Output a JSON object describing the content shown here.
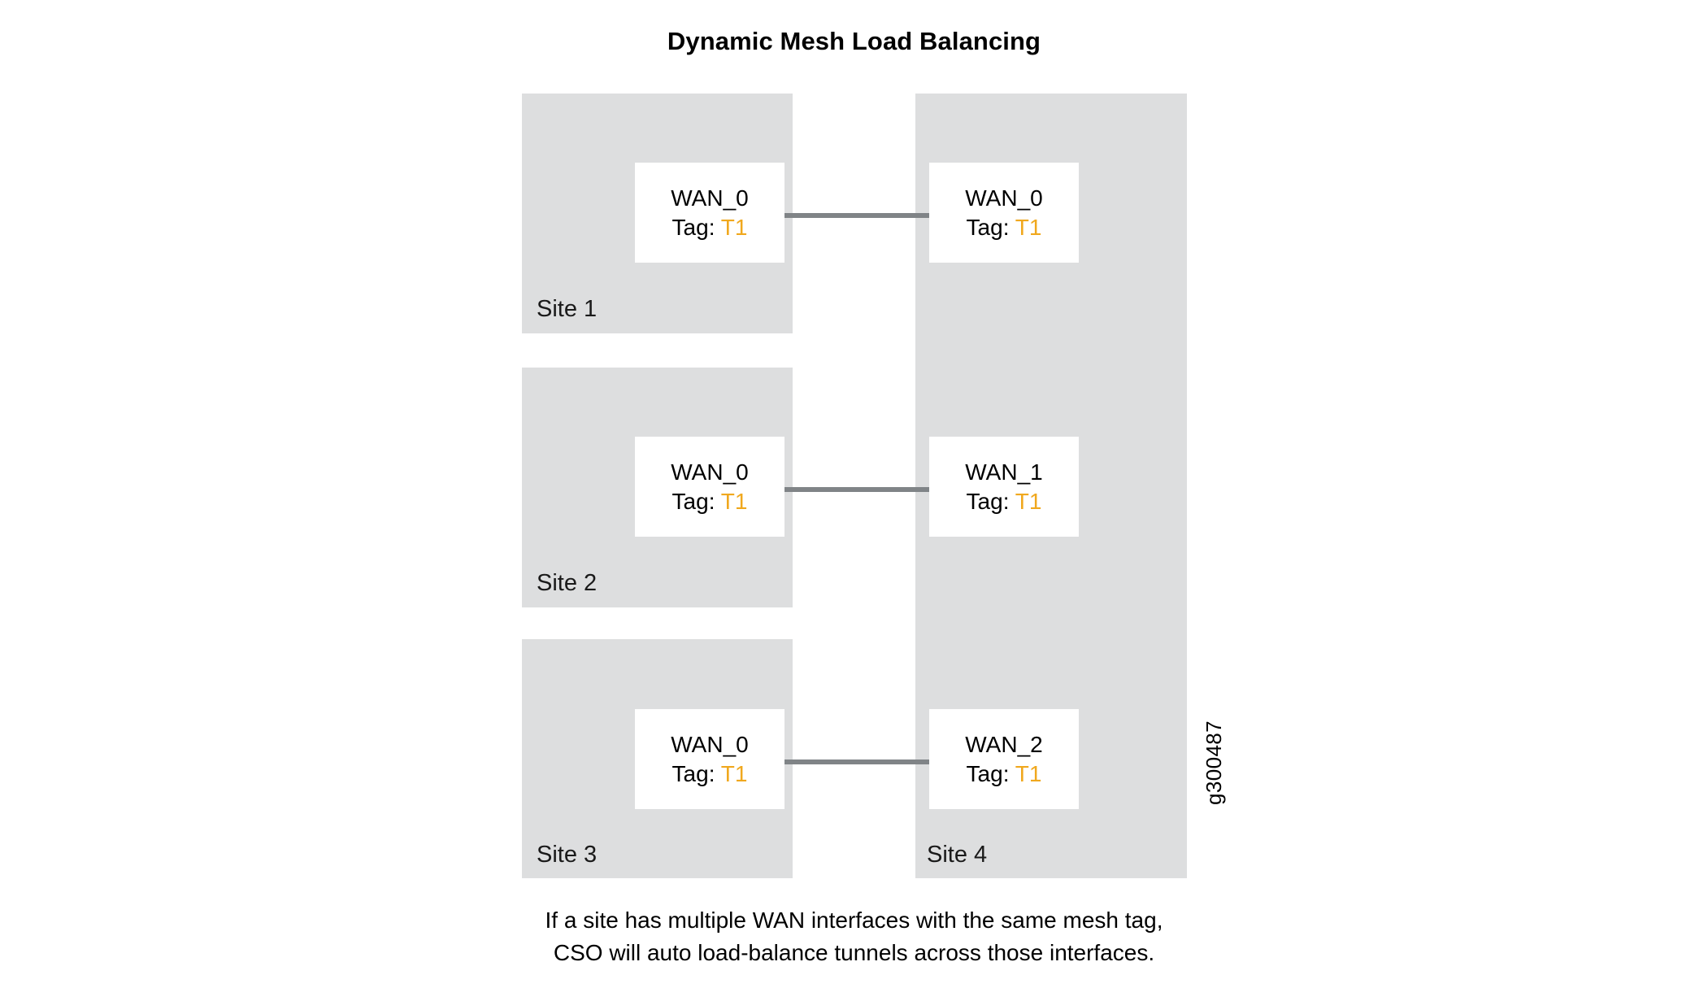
{
  "title": "Dynamic Mesh Load Balancing",
  "figure_id": "g300487",
  "colors": {
    "panel_gray": "#dddedf",
    "box_white": "#ffffff",
    "tag_orange": "#f0a81e",
    "line_gray": "#808487",
    "text_black": "#000000",
    "background": "#ffffff"
  },
  "left_sites": [
    {
      "label": "Site 1",
      "interface": {
        "name": "WAN_0",
        "tag_label": "Tag:",
        "tag_value": "T1"
      }
    },
    {
      "label": "Site 2",
      "interface": {
        "name": "WAN_0",
        "tag_label": "Tag:",
        "tag_value": "T1"
      }
    },
    {
      "label": "Site 3",
      "interface": {
        "name": "WAN_0",
        "tag_label": "Tag:",
        "tag_value": "T1"
      }
    }
  ],
  "right_site": {
    "label": "Site 4",
    "interfaces": [
      {
        "name": "WAN_0",
        "tag_label": "Tag:",
        "tag_value": "T1"
      },
      {
        "name": "WAN_1",
        "tag_label": "Tag:",
        "tag_value": "T1"
      },
      {
        "name": "WAN_2",
        "tag_label": "Tag:",
        "tag_value": "T1"
      }
    ]
  },
  "tunnels": [
    {
      "from": "Site 1 WAN_0",
      "to": "Site 4 WAN_0"
    },
    {
      "from": "Site 2 WAN_0",
      "to": "Site 4 WAN_1"
    },
    {
      "from": "Site 3 WAN_0",
      "to": "Site 4 WAN_2"
    }
  ],
  "caption": {
    "line1": "If a site has multiple WAN interfaces with the same mesh tag,",
    "line2": "CSO will auto load-balance tunnels across those interfaces."
  }
}
